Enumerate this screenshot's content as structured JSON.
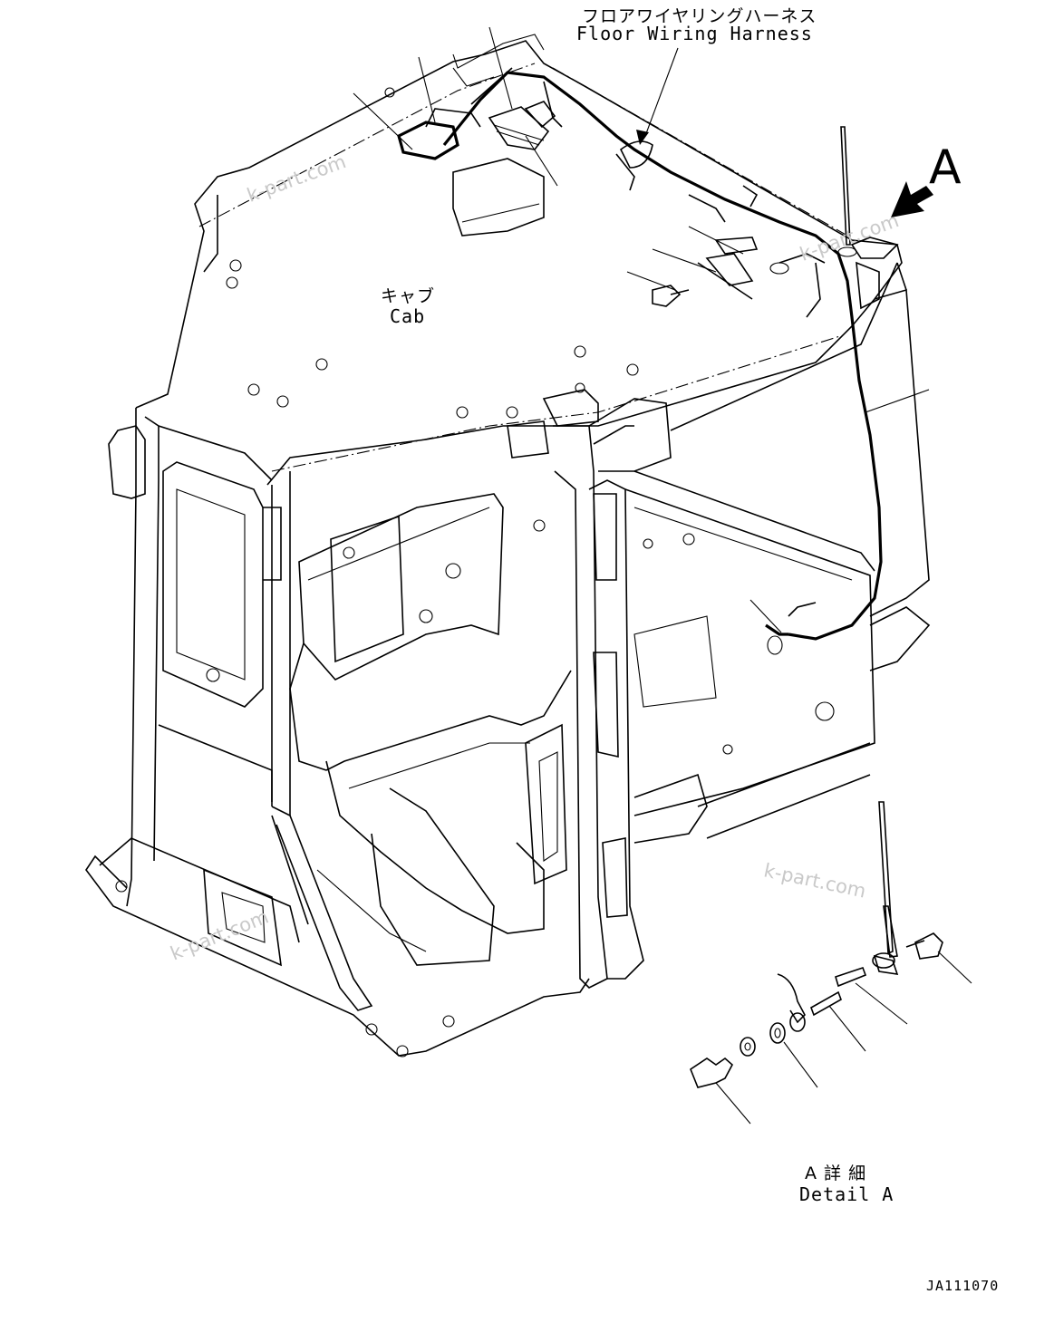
{
  "labels": {
    "harness_jp": "フロアワイヤリングハーネス",
    "harness_en": "Floor Wiring Harness",
    "cab_jp": "キャブ",
    "cab_en": "Cab",
    "view_letter": "A",
    "detail_jp": "A 詳 細",
    "detail_en": "Detail A",
    "drawing_code": "JA111070"
  },
  "watermarks": [
    "k-part.com",
    "k-part.com",
    "k-part.com",
    "k-part.com"
  ],
  "icons": [
    "view-arrow-icon"
  ]
}
